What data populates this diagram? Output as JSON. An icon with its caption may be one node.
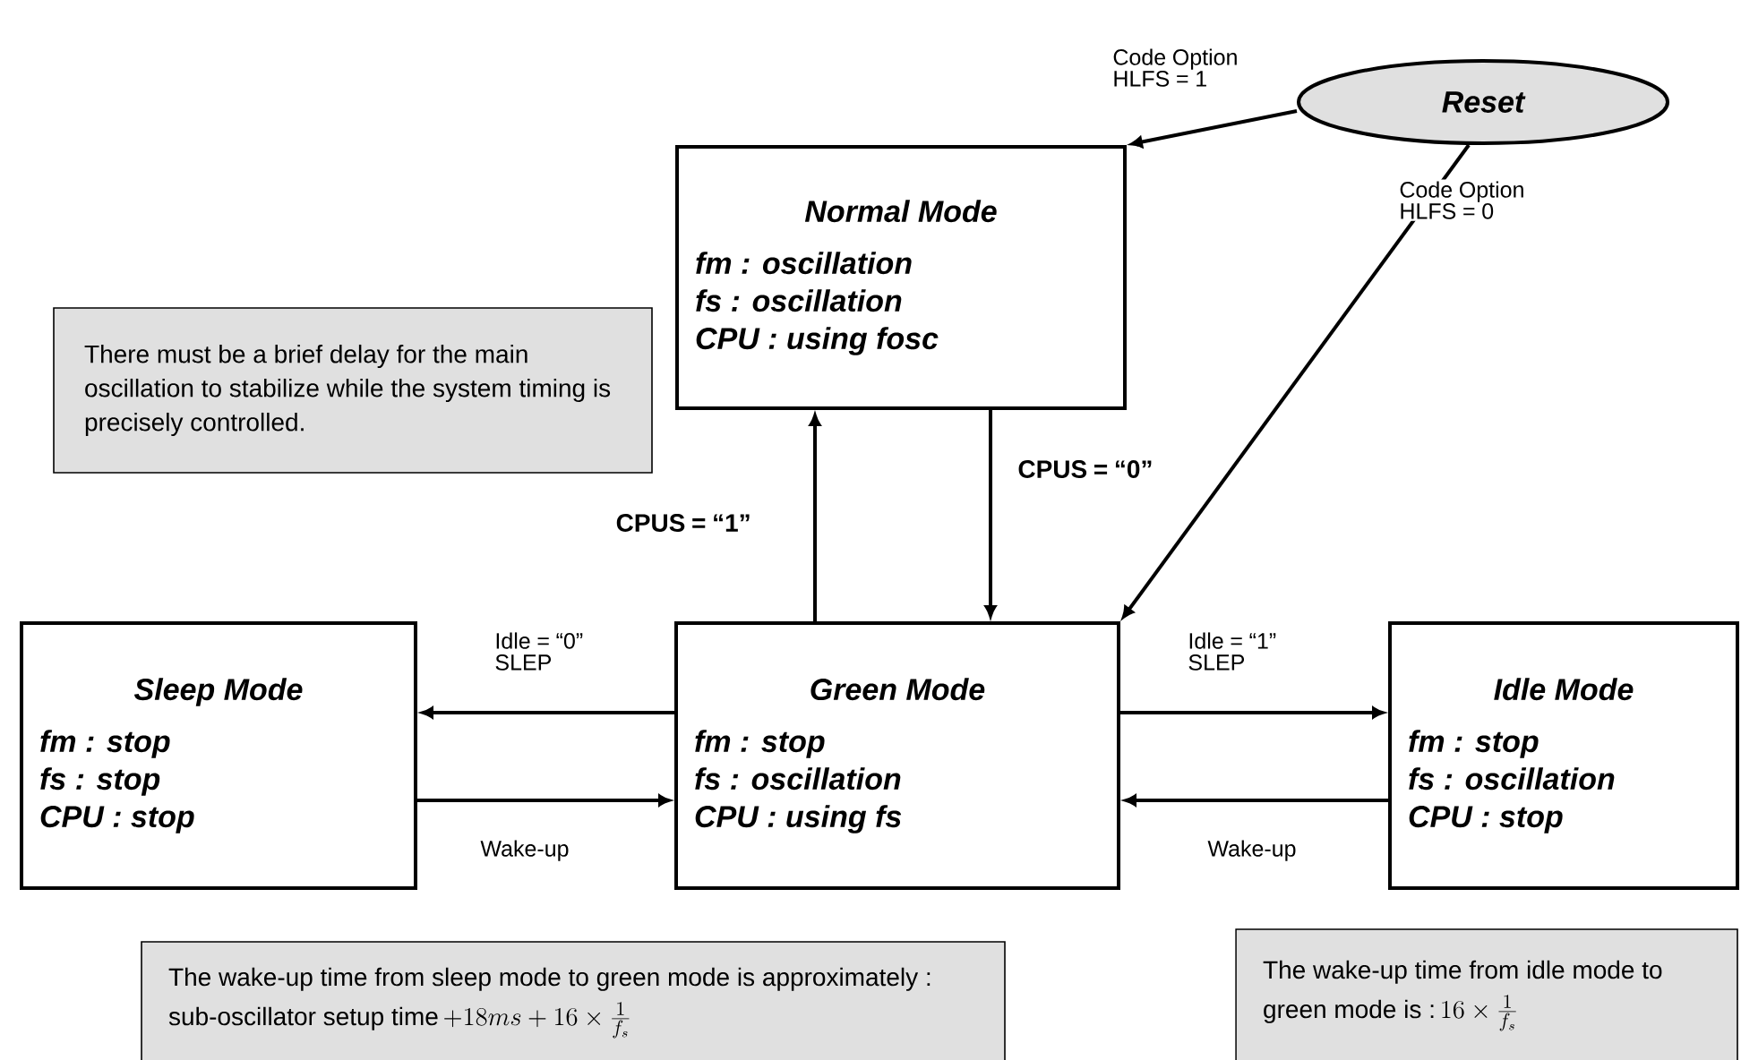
{
  "diagram": {
    "nodes": [
      {
        "text": [
          "Reset"
        ]
      },
      {
        "text": [
          "Normal Mode",
          "fm    :  oscillation",
          "fs     :  oscillation",
          "CPU :  using fosc"
        ]
      },
      {
        "text": [
          "There must be a brief delay for the main oscillation to stabilize while the system timing is precisely controlled."
        ]
      },
      {
        "text": [
          "Sleep Mode",
          "fm    :  stop",
          "fs     :  stop",
          "CPU :  stop"
        ]
      },
      {
        "text": [
          "Green Mode",
          "fm    :  stop",
          "fs     :  oscillation",
          "CPU :  using fs"
        ]
      },
      {
        "text": [
          "Idle Mode",
          "fm    :  stop",
          "fs     :  oscillation",
          "CPU :  stop"
        ]
      },
      {
        "text": [
          "The wake-up time from sleep mode to green mode is approximately : sub-oscillator setup time",
          "+18ms+16\\times\\frac{1}{f_s}"
        ]
      },
      {
        "text": [
          "The wake-up time from idle mode to green mode is :",
          "16\\times\\frac{1}{f_s}"
        ]
      }
    ],
    "edges": [
      {
        "from": 0,
        "to": 1,
        "arrow": "to",
        "label": "Code Option HLFS = 1"
      },
      {
        "from": 0,
        "to": 4,
        "arrow": "to",
        "label": "Code Option HLFS = 0"
      },
      {
        "from": 4,
        "to": 1,
        "arrow": "to",
        "label": "CPUS = “1”"
      },
      {
        "from": 1,
        "to": 4,
        "arrow": "to",
        "label": "CPUS = “0”"
      },
      {
        "from": 4,
        "to": 3,
        "arrow": "to",
        "label": "Idle = “0” SLEP"
      },
      {
        "from": 3,
        "to": 4,
        "arrow": "to",
        "label": "Wake-up"
      },
      {
        "from": 4,
        "to": 5,
        "arrow": "to",
        "label": "Idle = “1” SLEP"
      },
      {
        "from": 5,
        "to": 4,
        "arrow": "to",
        "label": "Wake-up"
      }
    ]
  }
}
